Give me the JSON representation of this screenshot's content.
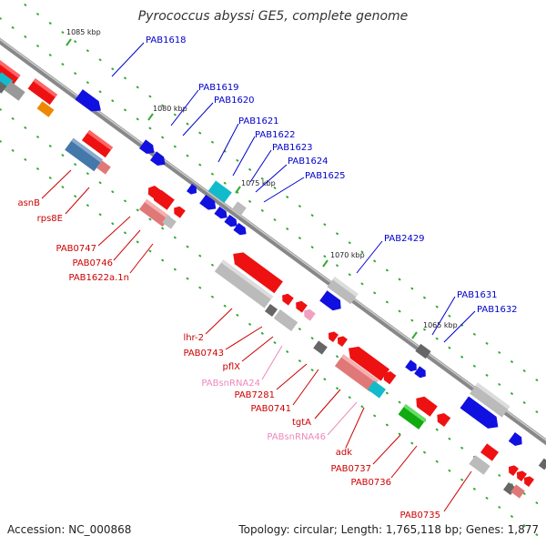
{
  "title": "Pyrococcus abyssi GE5, complete genome",
  "footer": {
    "accession": "Accession: NC_000868",
    "summary": "Topology: circular; Length: 1,765,118 bp; Genes: 1,877"
  },
  "colors": {
    "forward_label": "#0000cc",
    "reverse_label": "#cc0000",
    "rna_label": "#ee88bb",
    "cds_forward": "#1010e0",
    "cds_reverse": "#ee1111",
    "rrna": "#e07878",
    "pseudo": "#bbbbbb",
    "trna": "#11aa11",
    "highlight": "#11bbcc",
    "orange": "#ee8800",
    "steel": "#4477aa",
    "backbone": "#888888",
    "tick": "#33aa33"
  },
  "ticks": [
    "1085 kbp",
    "1080 kbp",
    "1075 kbp",
    "1070 kbp",
    "1065 kbp"
  ],
  "forward_genes": [
    "PAB1618",
    "PAB1619",
    "PAB1620",
    "PAB1621",
    "PAB1622",
    "PAB1623",
    "PAB1624",
    "PAB1625",
    "PAB2429",
    "PAB1631",
    "PAB1632"
  ],
  "reverse_genes": [
    "asnB",
    "rps8E",
    "PAB0747",
    "PAB0746",
    "PAB1622a.1n",
    "lhr-2",
    "PAB0743",
    "pflX",
    "PABsnRNA24",
    "PAB7281",
    "PAB0741",
    "tgtA",
    "PABsnRNA46",
    "adk",
    "PAB0737",
    "PAB0736",
    "PAB0735"
  ]
}
